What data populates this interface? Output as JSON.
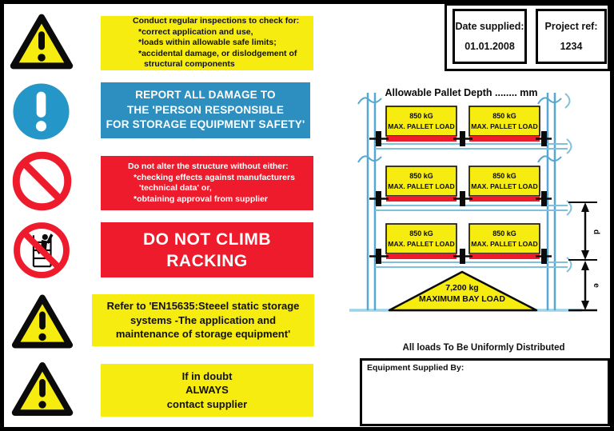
{
  "colors": {
    "yellow": "#F7EC0F",
    "red": "#EE1B2D",
    "blue": "#2D8FC0",
    "diagram_post_blue": "#55A8CF",
    "diagram_beam_blue": "#7FC0DC",
    "diagram_ground_blue": "#9AD3EA"
  },
  "header": {
    "date_label": "Date supplied:",
    "date_value": "01.01.2008",
    "project_label": "Project ref:",
    "project_value": "1234"
  },
  "notices": {
    "inspections": {
      "line1": "Conduct regular inspections to check for:",
      "line2": "*correct application and use,",
      "line3": "*loads within allowable safe limits;",
      "line4": "*accidental damage, or dislodgement of",
      "line5": "structural components"
    },
    "report": {
      "line1": "REPORT ALL DAMAGE TO",
      "line2": "THE 'PERSON RESPONSIBLE",
      "line3": "FOR STORAGE EQUIPMENT SAFETY'"
    },
    "alter": {
      "line1": "Do not alter the structure without either:",
      "line2": "*checking effects against manufacturers",
      "line3": "'technical data' or,",
      "line4": "*obtaining approval from supplier"
    },
    "climb": {
      "line1": "DO NOT CLIMB",
      "line2": "RACKING"
    },
    "refer": {
      "line1": "Refer to 'EN15635:Steeel static storage",
      "line2": "systems -The application and",
      "line3": "maintenance of storage equipment'"
    },
    "doubt": {
      "line1": "If in doubt",
      "line2": "ALWAYS",
      "line3": "contact supplier"
    }
  },
  "diagram": {
    "title": "Allowable Pallet Depth  ........ mm",
    "pallet_line1": "850 kG",
    "pallet_line2": "MAX. PALLET LOAD",
    "bay_line1": "7,200 kg",
    "bay_line2": "MAXIMUM BAY LOAD",
    "dim_d": "d",
    "dim_e": "e"
  },
  "footer": {
    "uniform": "All loads To Be Uniformly Distributed",
    "equipment_label": "Equipment Supplied By:"
  }
}
